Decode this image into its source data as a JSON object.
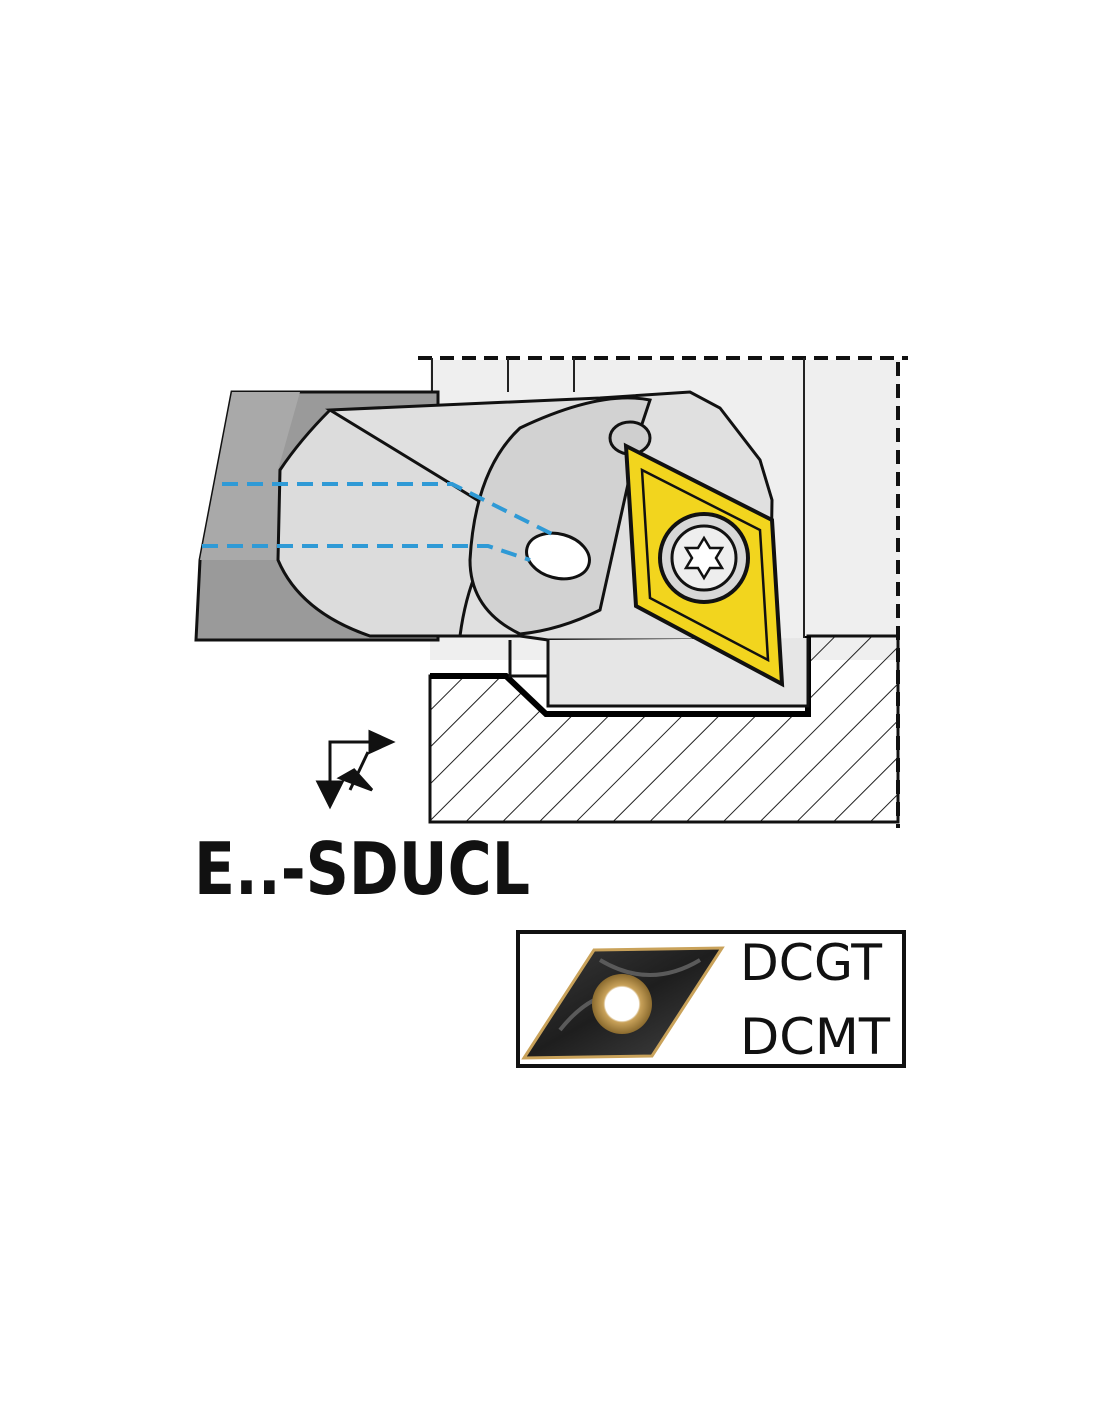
{
  "diagram": {
    "designation": "E..-SDUCL",
    "insert_types": [
      "DCGT",
      "DCMT"
    ],
    "icons": {
      "feed_direction": "feed-direction-arrows-icon",
      "insert_photo": "insert-photo-icon",
      "screw": "torx-screw-icon"
    },
    "colors": {
      "insert": "#f2d51e",
      "coolant_line": "#2f9ad6",
      "holder_body": "#dcdcdc",
      "bar_shadow": "#9a9a9a",
      "outline": "#1a1a1a"
    }
  }
}
